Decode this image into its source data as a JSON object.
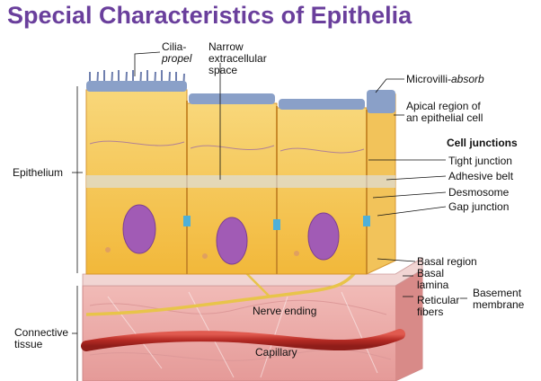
{
  "title": "Special Characteristics of Epithelia",
  "labels": {
    "cilia": "Cilia-",
    "cilia_italic": "propel",
    "narrow_1": "Narrow",
    "narrow_2": "extracellular",
    "narrow_3": "space",
    "microvilli": "Microvilli-",
    "microvilli_italic": "absorb",
    "apical_1": "Apical region of",
    "apical_2": "an epithelial cell",
    "cell_junctions": "Cell junctions",
    "tight": "Tight junction",
    "adhesive": "Adhesive belt",
    "desmosome": "Desmosome",
    "gap": "Gap junction",
    "epithelium": "Epithelium",
    "basal_region": "Basal region",
    "basal_lamina_1": "Basal",
    "basal_lamina_2": "lamina",
    "reticular_1": "Reticular",
    "reticular_2": "fibers",
    "basement_1": "Basement",
    "basement_2": "membrane",
    "nerve": "Nerve ending",
    "capillary": "Capillary",
    "connective_1": "Connective",
    "connective_2": "tissue"
  },
  "colors": {
    "title": "#6a3f9c",
    "cell_fill": "#f6c443",
    "cell_edge": "#e0a33a",
    "nucleus": "#a15bb5",
    "connective": "#e9a6a6",
    "capillary": "#c0332e",
    "nerve": "#e8c44a",
    "membrane": "#d9e2f3",
    "microvilli": "#8aa0c8"
  }
}
